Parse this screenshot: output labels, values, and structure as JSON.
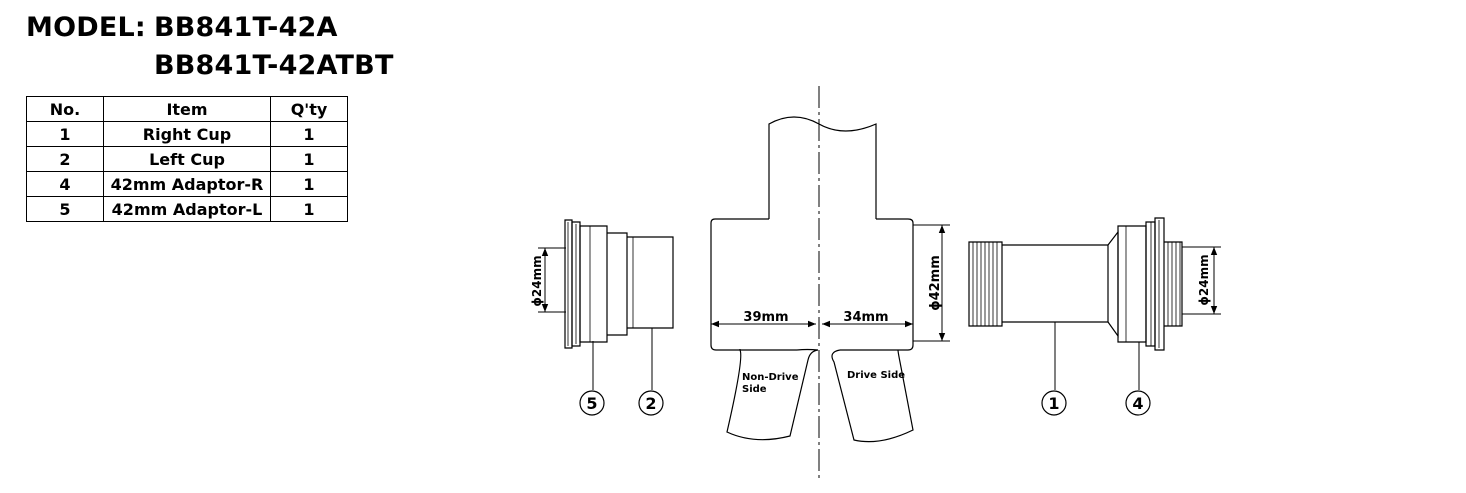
{
  "model": {
    "label": "MODEL:",
    "values": [
      "BB841T-42A",
      "BB841T-42ATBT"
    ]
  },
  "parts_table": {
    "headers": [
      "No.",
      "Item",
      "Q'ty"
    ],
    "rows": [
      [
        "1",
        "Right Cup",
        "1"
      ],
      [
        "2",
        "Left Cup",
        "1"
      ],
      [
        "4",
        "42mm Adaptor-R",
        "1"
      ],
      [
        "5",
        "42mm Adaptor-L",
        "1"
      ]
    ]
  },
  "dimensions": {
    "nds_width": "39mm",
    "ds_width": "34mm",
    "shell_diameter": "ϕ42mm",
    "left_bore": "ϕ24mm",
    "right_bore": "ϕ24mm"
  },
  "side_labels": {
    "non_drive_line1": "Non-Drive",
    "non_drive_line2": "Side",
    "drive": "Drive Side"
  },
  "callouts": {
    "left_adaptor": "5",
    "left_cup": "2",
    "right_cup": "1",
    "right_adaptor": "4"
  },
  "colors": {
    "line": "#000000",
    "background": "#ffffff"
  }
}
